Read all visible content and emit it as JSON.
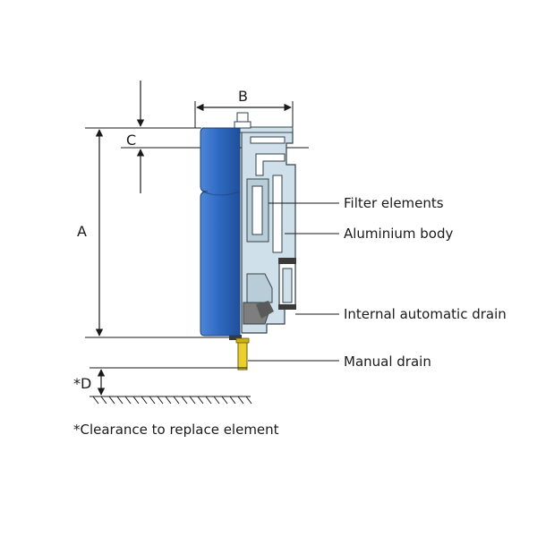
{
  "dimensions": {
    "a": "A",
    "b": "B",
    "c": "C",
    "d": "*D"
  },
  "callouts": {
    "filter_elements": "Filter elements",
    "aluminium_body": "Aluminium body",
    "internal_drain": "Internal automatic drain",
    "manual_drain": "Manual drain"
  },
  "footnote": "*Clearance to replace element",
  "colors": {
    "body_blue": "#2f6bc4",
    "head_fill": "#cfe0ea",
    "section_fill": "#b9cdd8",
    "gasket": "#3a3a3a",
    "drain_brass": "#e7cf2e",
    "line": "#1a1a1a"
  }
}
